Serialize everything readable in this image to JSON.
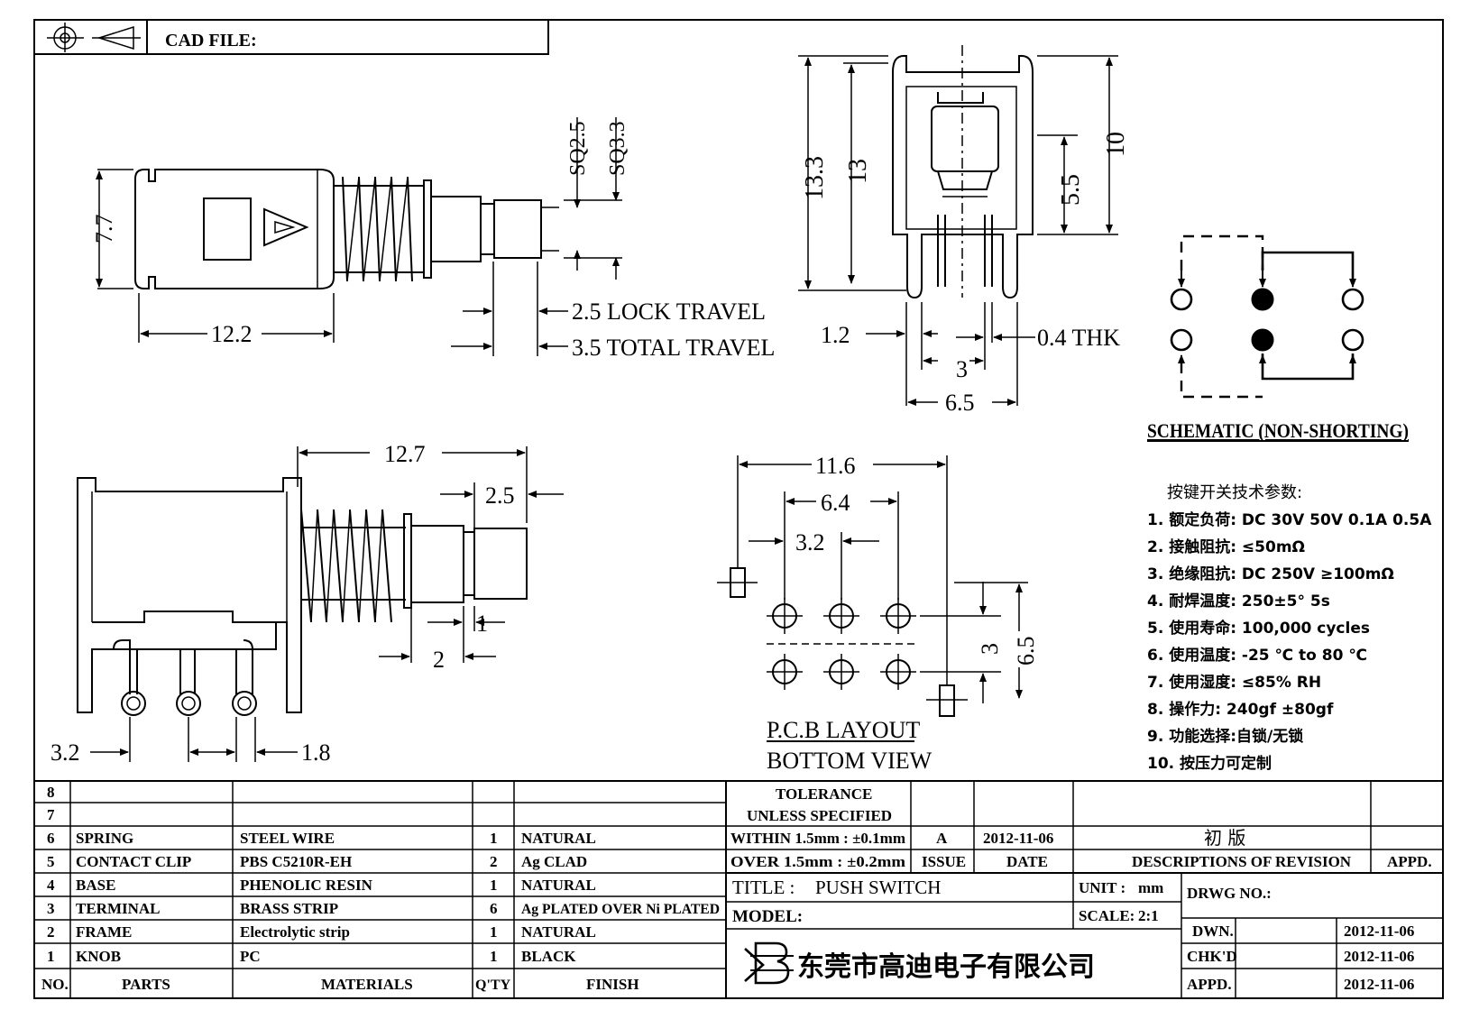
{
  "header": {
    "cad_file_label": "CAD FILE:"
  },
  "side_view": {
    "dim_height": "7.7",
    "dim_length": "12.2",
    "dim_sq_small": "SQ2.5",
    "dim_sq_large": "SQ3.3",
    "lock_travel": "2.5  LOCK  TRAVEL",
    "total_travel": "3.5  TOTAL  TRAVEL"
  },
  "front_view": {
    "dim_13_3": "13.3",
    "dim_13": "13",
    "dim_10": "10",
    "dim_5_5": "5.5",
    "dim_1_2": "1.2",
    "dim_thk": "0.4  THK",
    "dim_3": "3",
    "dim_6_5": "6.5"
  },
  "schematic": {
    "title": "SCHEMATIC (NON-SHORTING)"
  },
  "specs": {
    "heading": "按键开关技术参数:",
    "items": [
      "1.  额定负荷: DC 30V 50V    0.1A  0.5A",
      "2.  接触阻抗:  ≤50mΩ",
      "3.  绝缘阻抗: DC 250V  ≥100mΩ",
      "4.  耐焊温度: 250±5°     5s",
      "5.  使用寿命: 100,000 cycles",
      "6.  使用温度: -25  ℃  to 80  ℃",
      "7.  使用湿度:  ≤85% RH",
      "8.  操作力: 240gf  ±80gf",
      "9.  功能选择:自锁/无锁",
      "10.  按压力可定制"
    ]
  },
  "bottom_side_view": {
    "dim_12_7": "12.7",
    "dim_2_5": "2.5",
    "dim_1": "1",
    "dim_2": "2",
    "dim_3_2": "3.2",
    "dim_1_8": "1.8"
  },
  "pcb_layout": {
    "dim_11_6": "11.6",
    "dim_6_4": "6.4",
    "dim_3_2": "3.2",
    "dim_3": "3",
    "dim_6_5": "6.5",
    "title": "P.C.B  LAYOUT",
    "subtitle": "BOTTOM  VIEW"
  },
  "parts_table": {
    "rows": [
      {
        "no": "8",
        "part": "",
        "material": "",
        "qty": "",
        "finish": ""
      },
      {
        "no": "7",
        "part": "",
        "material": "",
        "qty": "",
        "finish": ""
      },
      {
        "no": "6",
        "part": "SPRING",
        "material": "STEEL  WIRE",
        "qty": "1",
        "finish": "NATURAL"
      },
      {
        "no": "5",
        "part": "CONTACT  CLIP",
        "material": "PBS  C5210R-EH",
        "qty": "2",
        "finish": "Ag  CLAD"
      },
      {
        "no": "4",
        "part": "BASE",
        "material": "PHENOLIC  RESIN",
        "qty": "1",
        "finish": "NATURAL"
      },
      {
        "no": "3",
        "part": "TERMINAL",
        "material": "BRASS  STRIP",
        "qty": "6",
        "finish": "Ag  PLATED  OVER  Ni  PLATED"
      },
      {
        "no": "2",
        "part": "FRAME",
        "material": "Electrolytic  strip",
        "qty": "1",
        "finish": "NATURAL"
      },
      {
        "no": "1",
        "part": "KNOB",
        "material": "PC",
        "qty": "1",
        "finish": "BLACK"
      }
    ],
    "headers": {
      "no": "NO.",
      "part": "PARTS",
      "material": "MATERIALS",
      "qty": "Q'TY",
      "finish": "FINISH"
    }
  },
  "title_block": {
    "tolerance_line1": "TOLERANCE",
    "tolerance_line2": "UNLESS   SPECIFIED",
    "within": "WITHIN  1.5mm  :  ±0.1mm",
    "over": "OVER  1.5mm  :  ±0.2mm",
    "issue_value": "A",
    "issue_date": "2012-11-06",
    "revision_desc": "初  版",
    "issue_label": "ISSUE",
    "date_label": "DATE",
    "desc_label": "DESCRIPTIONS  OF  REVISION",
    "appd_label": "APPD.",
    "title_label": "TITLE  :",
    "title_value": "PUSH  SWITCH",
    "unit_label": "UNIT  :",
    "unit_value": "mm",
    "drwg_label": "DRWG  NO.:",
    "model_label": "MODEL:",
    "scale_label": "SCALE:",
    "scale_value": "2:1",
    "company": "东莞市高迪电子有限公司",
    "dwn_label": "DWN.",
    "dwn_date": "2012-11-06",
    "chkd_label": "CHK'D",
    "chkd_date": "2012-11-06",
    "appd2_label": "APPD.",
    "appd2_date": "2012-11-06"
  }
}
